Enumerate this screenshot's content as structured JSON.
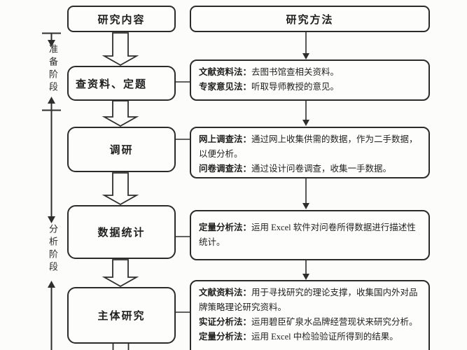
{
  "diagram": {
    "line_color": "#2e2e2e",
    "background": "#fcfcfb",
    "headers": {
      "left": "研究内容",
      "right": "研究方法"
    },
    "phases": [
      {
        "label": "准备阶段"
      },
      {
        "label": "分析阶段"
      }
    ],
    "steps": [
      {
        "label": "查资料、定题"
      },
      {
        "label": "调研"
      },
      {
        "label": "数据统计"
      },
      {
        "label": "主体研究"
      }
    ],
    "methods": [
      {
        "lines": [
          {
            "term": "文献资料法：",
            "desc": "去图书馆查相关资料。"
          },
          {
            "term": "专家意见法：",
            "desc": "听取导师教授的意见。"
          }
        ]
      },
      {
        "lines": [
          {
            "term": "网上调查法：",
            "desc": "通过网上收集供需的数据，作为二手数据，以便分析。"
          },
          {
            "term": "问卷调查法：",
            "desc": "通过设计问卷调查，收集一手数据。"
          }
        ]
      },
      {
        "lines": [
          {
            "term": "定量分析法：",
            "desc": "运用 Excel 软件对问卷所得数据进行描述性统计。"
          }
        ]
      },
      {
        "lines": [
          {
            "term": "文献资料法：",
            "desc": "用于寻找研究的理论支撑，收集国内外对品牌策略理论研究资料。"
          },
          {
            "term": "实证分析法：",
            "desc": "运用碧臣矿泉水品牌经营现状来研究分析。"
          },
          {
            "term": "定量分析法：",
            "desc": "运用 Excel 中检验验证所得到的结果。"
          }
        ]
      }
    ]
  }
}
